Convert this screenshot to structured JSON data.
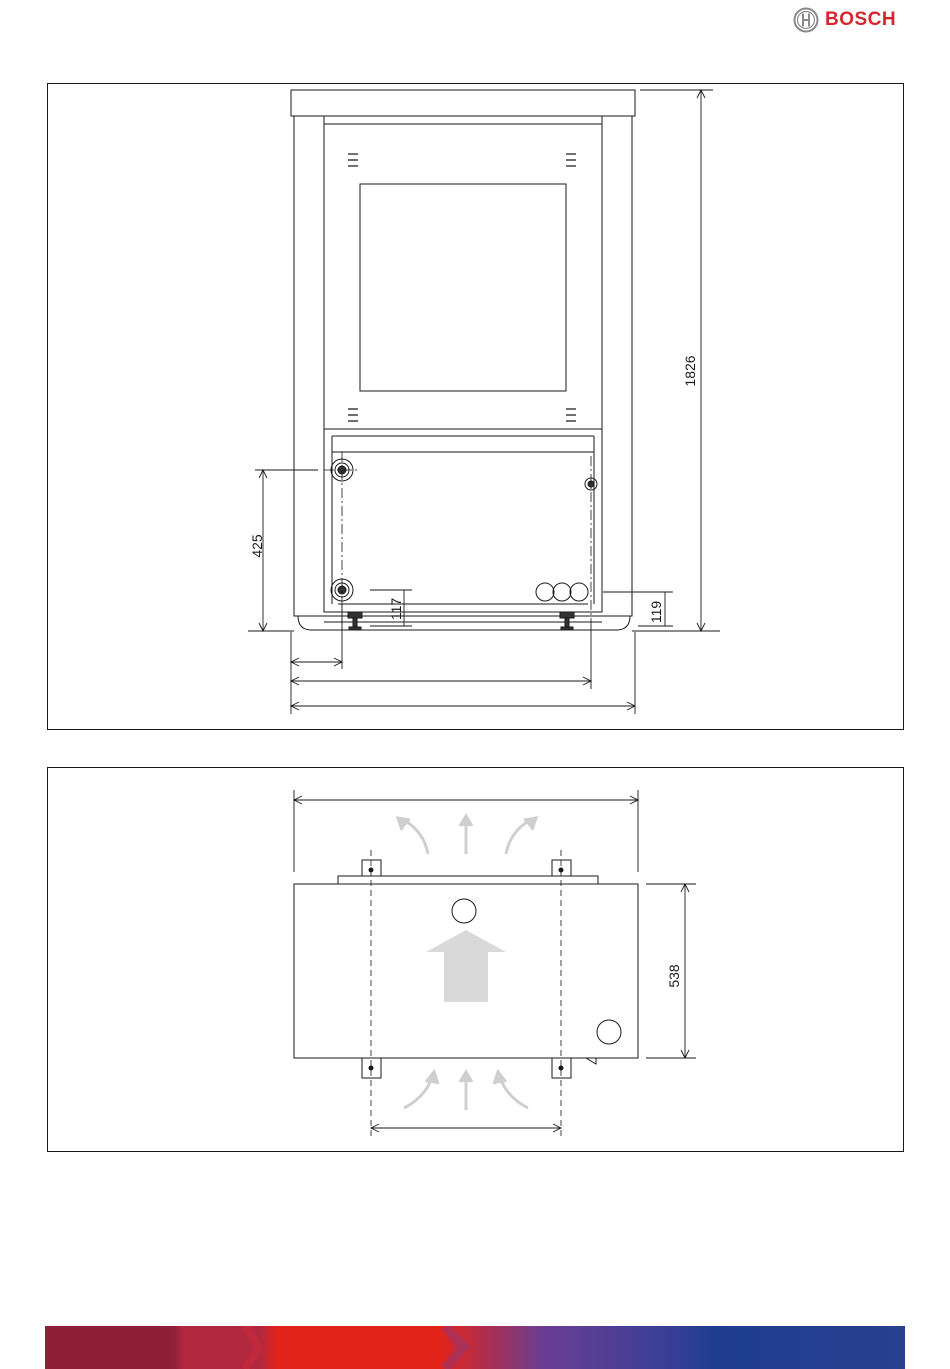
{
  "brand": {
    "name": "BOSCH",
    "color": "#d7262e",
    "icon": "bosch-armature-icon"
  },
  "front_view": {
    "dimensions": {
      "height_total": "1826",
      "connection_height": "425",
      "pipe_117": "117",
      "pipe_119": "119"
    }
  },
  "top_view": {
    "dimensions": {
      "depth": "538"
    }
  },
  "footer": {
    "colors": [
      "#8e1f36",
      "#b1283f",
      "#e2231a",
      "#6a3d93",
      "#1f3d8f",
      "#27418f"
    ]
  }
}
